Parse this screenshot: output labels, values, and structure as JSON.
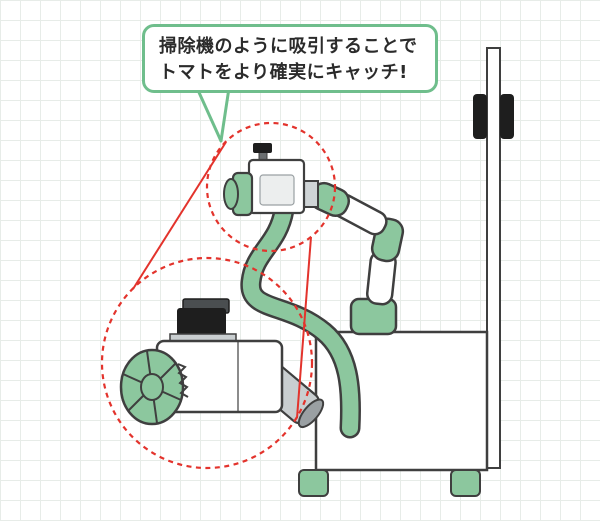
{
  "callout": {
    "line1": "掃除機のように吸引することで",
    "line2": "トマトをより確実にキャッチ!"
  },
  "colors": {
    "accent_green": "#8CC79E",
    "callout_border_green": "#6FBE8C",
    "highlight_red": "#E3332C",
    "outline_dark": "#3F3F3F",
    "grid_line": "#E7ECE8"
  },
  "icons": {
    "zoom_circle_small": "dashed-highlight-circle",
    "zoom_circle_large": "dashed-magnified-detail-circle"
  }
}
